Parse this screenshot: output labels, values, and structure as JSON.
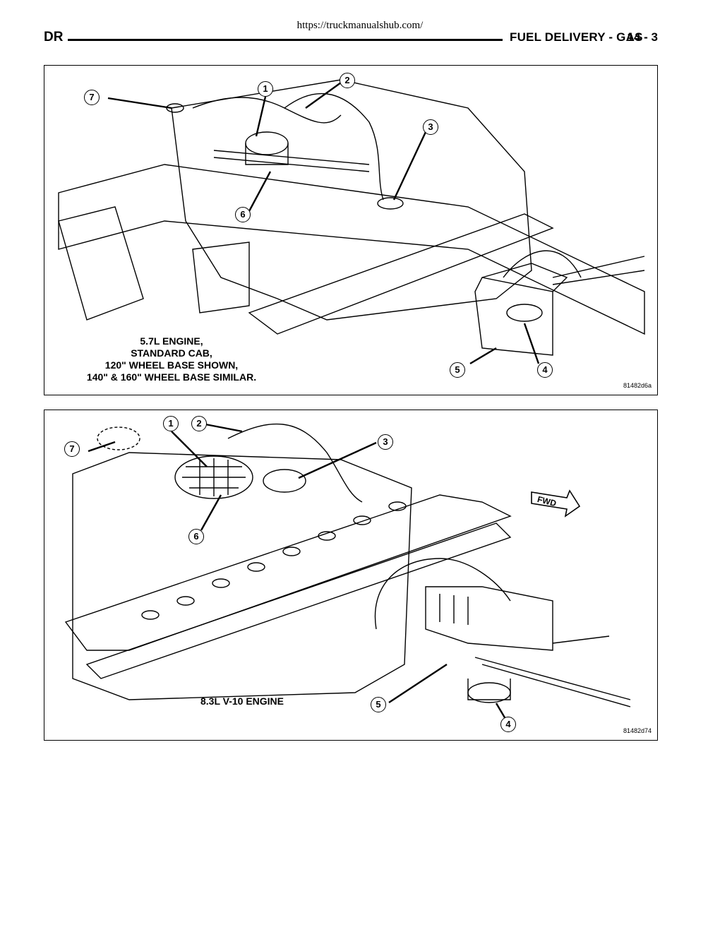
{
  "source_url": "https://truckmanualshub.com/",
  "header": {
    "model": "DR",
    "section_title": "FUEL DELIVERY - GAS",
    "page_number": "14 - 3"
  },
  "figure_1": {
    "caption_lines": [
      "5.7L ENGINE,",
      "STANDARD CAB,",
      "120\" WHEEL BASE SHOWN,",
      "140\" & 160\" WHEEL BASE SIMILAR."
    ],
    "code": "81482d6a",
    "callouts": [
      "1",
      "2",
      "3",
      "4",
      "5",
      "6",
      "7"
    ]
  },
  "figure_2": {
    "caption": "8.3L V-10 ENGINE",
    "code": "81482d74",
    "direction_label": "FWD",
    "callouts": [
      "1",
      "2",
      "3",
      "4",
      "5",
      "6",
      "7"
    ]
  }
}
